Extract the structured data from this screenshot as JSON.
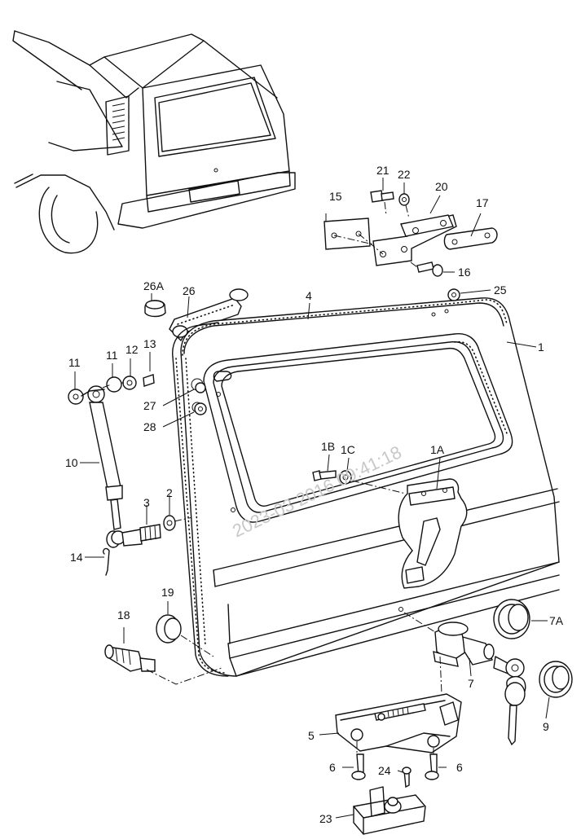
{
  "watermark": "2023-03 2016 09:41:18",
  "labels": {
    "p1": "1",
    "p1A": "1A",
    "p1B": "1B",
    "p1C": "1C",
    "p2": "2",
    "p3": "3",
    "p4": "4",
    "p5": "5",
    "p6a": "6",
    "p6b": "6",
    "p7": "7",
    "p7A": "7A",
    "p9": "9",
    "p10": "10",
    "p11a": "11",
    "p11b": "11",
    "p12": "12",
    "p13": "13",
    "p14": "14",
    "p15": "15",
    "p16": "16",
    "p17": "17",
    "p18": "18",
    "p19": "19",
    "p20": "20",
    "p21": "21",
    "p22": "22",
    "p23": "23",
    "p24": "24",
    "p25": "25",
    "p26": "26",
    "p26A": "26A",
    "p27": "27",
    "p28": "28"
  }
}
